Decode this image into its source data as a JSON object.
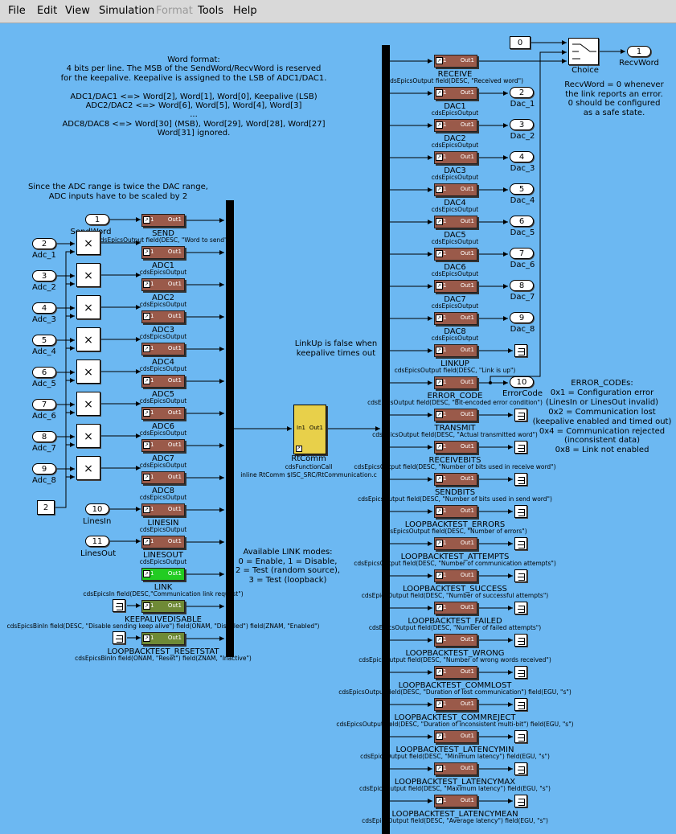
{
  "menu": {
    "file": "File",
    "edit": "Edit",
    "view": "View",
    "simulation": "Simulation",
    "format": "Format",
    "tools": "Tools",
    "help": "Help"
  },
  "notes": {
    "word_format": [
      "Word format:",
      "4 bits per line. The MSB of the SendWord/RecvWord is reserved",
      "for the keepalive.  Keepalive is assigned to the LSB of ADC1/DAC1.",
      "",
      "ADC1/DAC1 <=> Word[2], Word[1], Word[0], Keepalive (LSB)",
      "ADC2/DAC2 <=> Word[6], Word[5], Word[4], Word[3]",
      "...",
      "ADC8/DAC8 <=> Word[30] (MSB), Word[29], Word[28], Word[27]",
      "Word[31] ignored."
    ],
    "adc_range": [
      "Since the ADC range is twice the DAC range,",
      "ADC inputs have to be scaled by 2"
    ],
    "recvword": [
      "RecvWord = 0 whenever",
      "the link reports an error.",
      "0 should be configured",
      "as a safe state."
    ],
    "linkup": [
      "LinkUp is false when",
      "keepalive times out"
    ],
    "link_modes": [
      "Available LINK modes:",
      "0 = Enable, 1 = Disable,",
      "2 = Test (random source),",
      "3 = Test (loopback)"
    ],
    "error_codes": [
      "ERROR_CODEs:",
      "0x1 = Configuration error",
      "(LinesIn or LinesOut invalid)",
      "0x2 = Communication lost",
      "(keepalive enabled and timed out)",
      "0x4 = Communication rejected",
      "(inconsistent data)",
      "0x8 = Link not enabled"
    ]
  },
  "block_text": {
    "in1": "In1",
    "out1": "Out1",
    "mult": "×"
  },
  "left": {
    "send_port": {
      "num": "1",
      "label": "SendWord"
    },
    "adc_ports": [
      {
        "num": "2",
        "label": "Adc_1"
      },
      {
        "num": "3",
        "label": "Adc_2"
      },
      {
        "num": "4",
        "label": "Adc_3"
      },
      {
        "num": "5",
        "label": "Adc_4"
      },
      {
        "num": "6",
        "label": "Adc_5"
      },
      {
        "num": "7",
        "label": "Adc_6"
      },
      {
        "num": "8",
        "label": "Adc_7"
      },
      {
        "num": "9",
        "label": "Adc_8"
      }
    ],
    "gain_const": "2",
    "lines_in": {
      "num": "10",
      "label": "LinesIn"
    },
    "lines_out": {
      "num": "11",
      "label": "LinesOut"
    },
    "blocks": [
      {
        "name": "SEND",
        "desc": "cdsEpicsOutput field(DESC, \"Word to send\")"
      },
      {
        "name": "ADC1",
        "desc": "cdsEpicsOutput"
      },
      {
        "name": "ADC2",
        "desc": "cdsEpicsOutput"
      },
      {
        "name": "ADC3",
        "desc": "cdsEpicsOutput"
      },
      {
        "name": "ADC4",
        "desc": "cdsEpicsOutput"
      },
      {
        "name": "ADC5",
        "desc": "cdsEpicsOutput"
      },
      {
        "name": "ADC6",
        "desc": "cdsEpicsOutput"
      },
      {
        "name": "ADC7",
        "desc": "cdsEpicsOutput"
      },
      {
        "name": "ADC8",
        "desc": "cdsEpicsOutput"
      },
      {
        "name": "LINESIN",
        "desc": "cdsEpicsOutput"
      },
      {
        "name": "LINESOUT",
        "desc": "cdsEpicsOutput"
      },
      {
        "name": "LINK",
        "desc": "cdsEpicsIn field(DESC,\"Communication link request\")"
      },
      {
        "name": "KEEPALIVEDISABLE",
        "desc": "cdsEpicsBinIn field(DESC, \"Disable sending keep alive\") field(ONAM, \"Disabled\") field(ZNAM, \"Enabled\")"
      },
      {
        "name": "LOOPBACKTEST_RESETSTAT",
        "desc": "cdsEpicsBinIn field(ONAM, \"Reset\") field(ZNAM, \"Inactive\")"
      }
    ]
  },
  "center": {
    "name": "RtComm",
    "type": "cdsFunctionCall",
    "desc": "inline RtComm $ISC_SRC/RtCommunication.c"
  },
  "right": {
    "choice_const": "0",
    "choice_label": "Choice",
    "recv_port": {
      "num": "1",
      "label": "RecvWord"
    },
    "blocks": [
      {
        "name": "RECEIVE",
        "desc": "cdsEpicsOutput field(DESC, \"Received word\")",
        "out": {
          "num": "2",
          "label": "Dac_1"
        }
      },
      {
        "name": "DAC1",
        "desc": "cdsEpicsOutput",
        "out": {
          "num": "3",
          "label": "Dac_2"
        }
      },
      {
        "name": "DAC2",
        "desc": "cdsEpicsOutput",
        "out": {
          "num": "4",
          "label": "Dac_3"
        }
      },
      {
        "name": "DAC3",
        "desc": "cdsEpicsOutput",
        "out": {
          "num": "5",
          "label": "Dac_4"
        }
      },
      {
        "name": "DAC4",
        "desc": "cdsEpicsOutput",
        "out": {
          "num": "6",
          "label": "Dac_5"
        }
      },
      {
        "name": "DAC5",
        "desc": "cdsEpicsOutput",
        "out": {
          "num": "7",
          "label": "Dac_6"
        }
      },
      {
        "name": "DAC6",
        "desc": "cdsEpicsOutput",
        "out": {
          "num": "8",
          "label": "Dac_7"
        }
      },
      {
        "name": "DAC7",
        "desc": "cdsEpicsOutput",
        "out": {
          "num": "9",
          "label": "Dac_8"
        }
      },
      {
        "name": "DAC8",
        "desc": "cdsEpicsOutput"
      },
      {
        "name": "LINKUP",
        "desc": "cdsEpicsOutput field(DESC, \"Link is up\")",
        "out": {
          "num": "10",
          "label": "ErrorCode"
        }
      },
      {
        "name": "ERROR_CODE",
        "desc": "cdsEpicsOutput field(DESC, \"Bit-encoded error condition\")"
      },
      {
        "name": "TRANSMIT",
        "desc": "cdsEpicsOutput field(DESC, \"Actual transmitted word\")"
      },
      {
        "name": "RECEIVEBITS",
        "desc": "cdsEpicsOutput field(DESC, \"Number of bits used in receive word\")"
      },
      {
        "name": "SENDBITS",
        "desc": "cdsEpicsOutput field(DESC, \"Number of bits used in send word\")"
      },
      {
        "name": "LOOPBACKTEST_ERRORS",
        "desc": "cdsEpicsOutput field(DESC, \"Number of errors\")"
      },
      {
        "name": "LOOPBACKTEST_ATTEMPTS",
        "desc": "cdsEpicsOutput field(DESC, \"Number of communication attempts\")"
      },
      {
        "name": "LOOPBACKTEST_SUCCESS",
        "desc": "cdsEpicsOutput field(DESC, \"Number of successful attempts\")"
      },
      {
        "name": "LOOPBACKTEST_FAILED",
        "desc": "cdsEpicsOutput field(DESC, \"Number of failed attempts\")"
      },
      {
        "name": "LOOPBACKTEST_WRONG",
        "desc": "cdsEpicsOutput field(DESC, \"Number of wrong words received\")"
      },
      {
        "name": "LOOPBACKTEST_COMMLOST",
        "desc": "cdsEpicsOutput field(DESC, \"Duration of lost communication\") field(EGU, \"s\")"
      },
      {
        "name": "LOOPBACKTEST_COMMREJECT",
        "desc": "cdsEpicsOutput field(DESC, \"Duration of inconsistent multi-bit\") field(EGU, \"s\")"
      },
      {
        "name": "LOOPBACKTEST_LATENCYMIN",
        "desc": "cdsEpicsOutput field(DESC, \"Minimum latency\") field(EGU, \"s\")"
      },
      {
        "name": "LOOPBACKTEST_LATENCYMAX",
        "desc": "cdsEpicsOutput field(DESC, \"Maximum latency\") field(EGU, \"s\")"
      },
      {
        "name": "LOOPBACKTEST_LATENCYMEAN",
        "desc": "cdsEpicsOutput field(DESC, \"Average latency\") field(EGU, \"s\")"
      }
    ]
  }
}
